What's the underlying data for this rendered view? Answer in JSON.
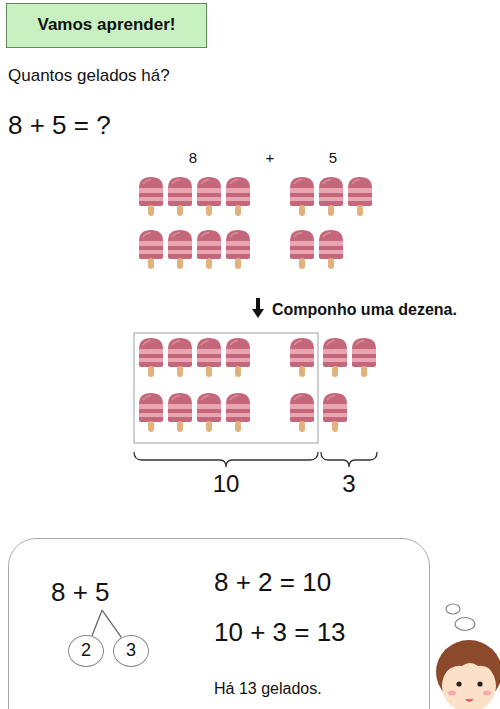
{
  "diagram": {
    "nodes": [
      {
        "text": [
          "Vamos aprender!"
        ]
      },
      {
        "text": [
          "8 + 5",
          "8 + 2 = 10",
          "10 + 3 = 13",
          "Há 13 gelados."
        ]
      },
      {
        "text": [
          "2"
        ],
        "in": 1
      },
      {
        "text": [
          "3"
        ],
        "in": 1
      }
    ],
    "labels": [
      "Quantos gelados há?",
      "8 + 5 = ?",
      "8",
      "+",
      "5",
      "Componho uma dezena.",
      "10",
      "3"
    ]
  }
}
